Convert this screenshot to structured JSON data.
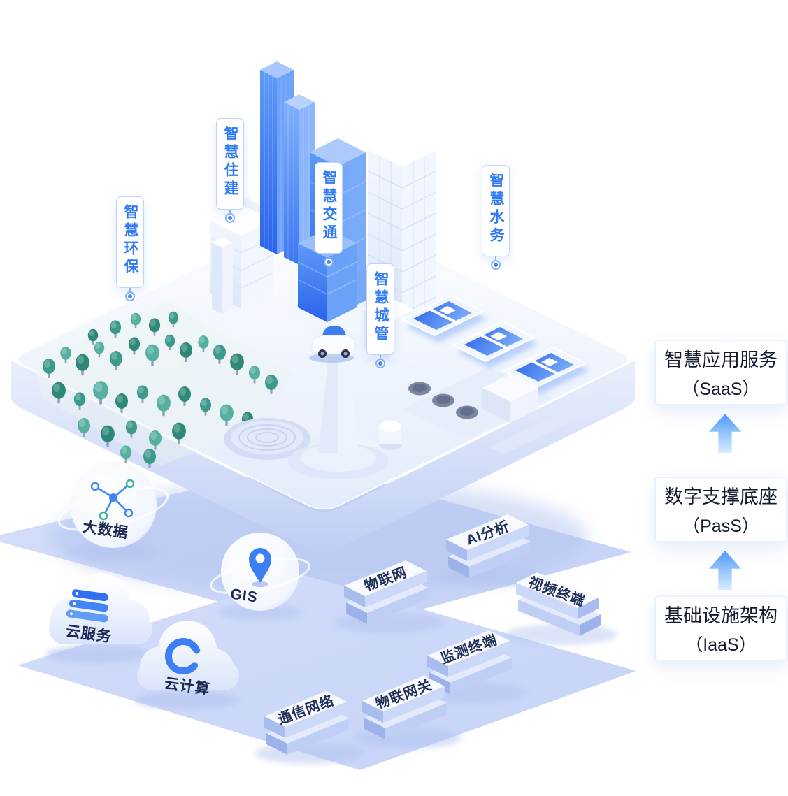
{
  "diagram": {
    "callouts": [
      {
        "label": "智慧环保"
      },
      {
        "label": "智慧住建"
      },
      {
        "label": "智慧交通"
      },
      {
        "label": "智慧城管"
      },
      {
        "label": "智慧水务"
      }
    ],
    "paas_items": [
      {
        "label": "大数据"
      },
      {
        "label": "GIS"
      },
      {
        "label": "AI分析"
      },
      {
        "label": "物联网"
      }
    ],
    "iaas_items": [
      {
        "label": "云服务"
      },
      {
        "label": "云计算"
      },
      {
        "label": "通信网络"
      },
      {
        "label": "物联网关"
      },
      {
        "label": "监测终端"
      },
      {
        "label": "视频终端"
      }
    ],
    "layer_panels": [
      {
        "title": "智慧应用服务",
        "subtitle": "（SaaS）"
      },
      {
        "title": "数字支撑底座",
        "subtitle": "（PasS）"
      },
      {
        "title": "基础设施架构",
        "subtitle": "（IaaS）"
      }
    ],
    "colors": {
      "accent_blue": "#2f7bf5",
      "building_blue": "#2a63ea",
      "plane_periwinkle": "#c9d6f7",
      "tree_teal": "#3c9a8a",
      "label_navy": "#203058"
    }
  }
}
